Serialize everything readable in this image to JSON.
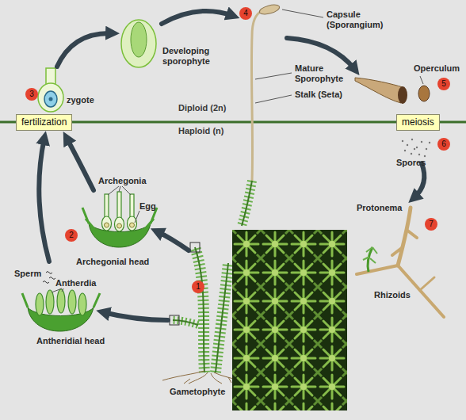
{
  "diagram": {
    "nodes": [
      {
        "text": [
          "4"
        ]
      },
      {
        "text": [
          "5"
        ]
      },
      {
        "text": [
          "3"
        ]
      },
      {
        "text": [
          "fertilization"
        ]
      },
      {
        "text": [
          "meiosis"
        ]
      },
      {
        "text": [
          "6"
        ]
      },
      {
        "text": [
          "7"
        ]
      },
      {
        "text": [
          "2"
        ]
      },
      {
        "text": [
          "1"
        ]
      }
    ],
    "labels": [
      "Capsule (Sporangium)",
      "Developing sporophyte",
      "Mature Sporophyte",
      "Operculum",
      "Stalk (Seta)",
      "zygote",
      "Diploid (2n)",
      "Haploid (n)",
      "Spores",
      "Archegonia",
      "Egg",
      "Protonema",
      "Archegonial head",
      "Sperm",
      "Antherdia",
      "Rhizoids",
      "Antheridial head",
      "Gametophyte"
    ]
  }
}
